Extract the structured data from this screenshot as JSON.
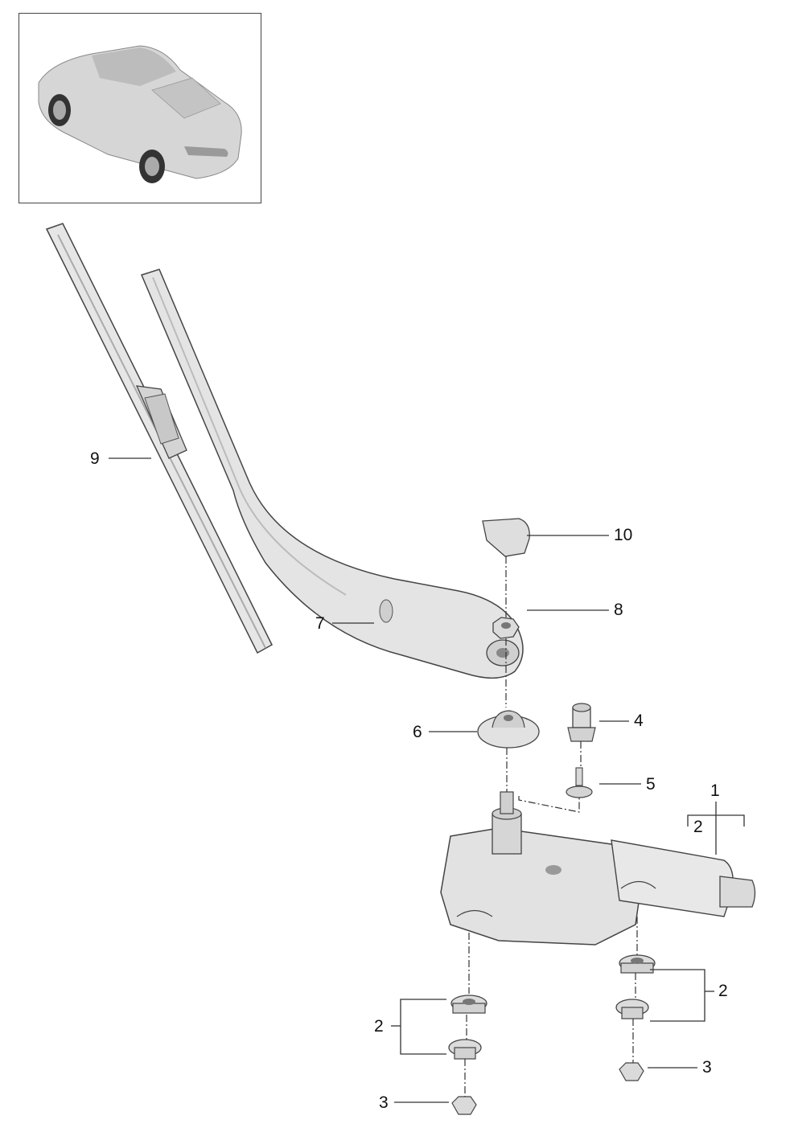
{
  "callouts": {
    "c1": "1",
    "c2_motor": "2",
    "c2_right": "2",
    "c2_left": "2",
    "c3_left": "3",
    "c3_right": "3",
    "c4": "4",
    "c5": "5",
    "c6": "6",
    "c7": "7",
    "c8": "8",
    "c9": "9",
    "c10": "10"
  },
  "thumbnail": {
    "icon": "car-overview-icon"
  },
  "colors": {
    "part_fill": "#e4e4e4",
    "part_shade": "#c9c9c9",
    "line": "#2b2b2b"
  }
}
